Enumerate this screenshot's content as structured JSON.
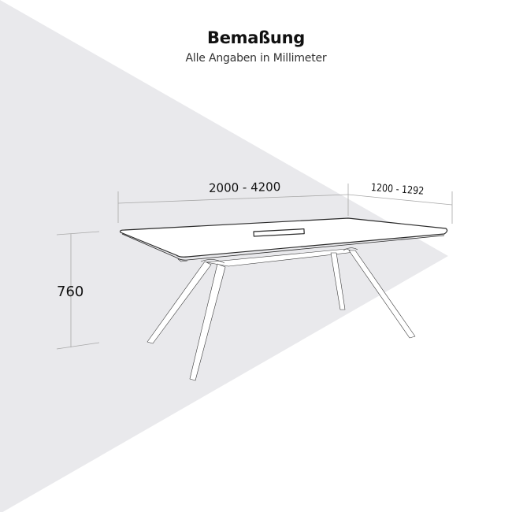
{
  "header": {
    "title": "Bemaßung",
    "subtitle": "Alle Angaben in Millimeter"
  },
  "dimensions": {
    "width": "2000 - 4200",
    "depth": "1200 - 1292",
    "height": "760"
  },
  "colors": {
    "background": "#ffffff",
    "triangle": "#e9e9ec",
    "dimension_line": "#aaaaaa",
    "drawing_line": "#333333",
    "text": "#111111"
  }
}
